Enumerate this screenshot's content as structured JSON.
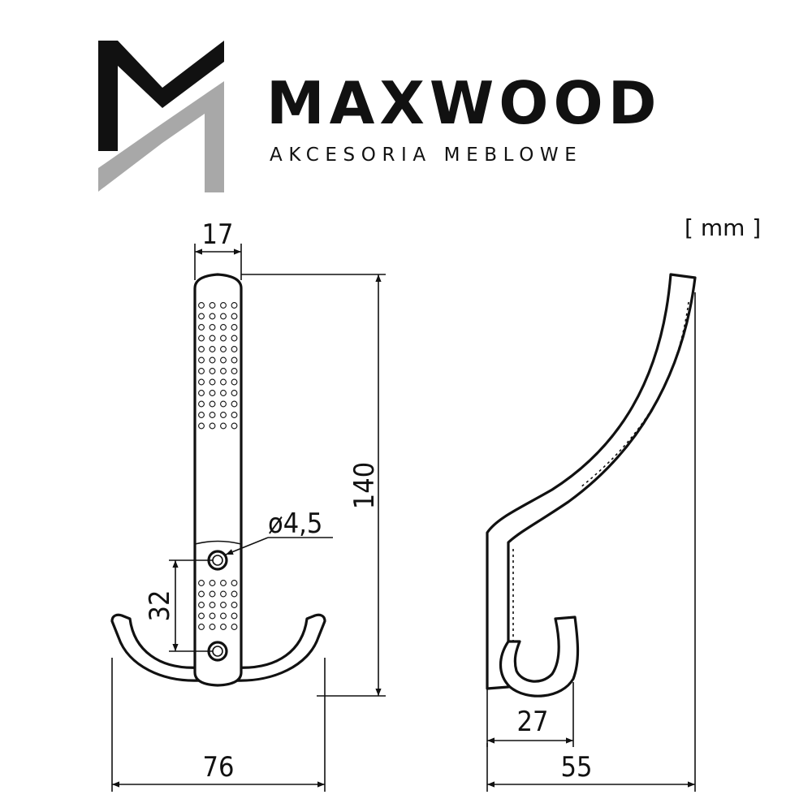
{
  "brand": {
    "name": "MAXWOOD",
    "tagline": "AKCESORIA MEBLOWE",
    "colors": {
      "dark": "#111111",
      "grey": "#a8a8a8"
    }
  },
  "drawing": {
    "unit_label": "[ mm ]",
    "front_view": {
      "width_top": "17",
      "height": "140",
      "hole_diameter": "ø4,5",
      "hole_spacing": "32",
      "width_total": "76"
    },
    "side_view": {
      "hook_depth": "27",
      "depth_total": "55"
    }
  }
}
